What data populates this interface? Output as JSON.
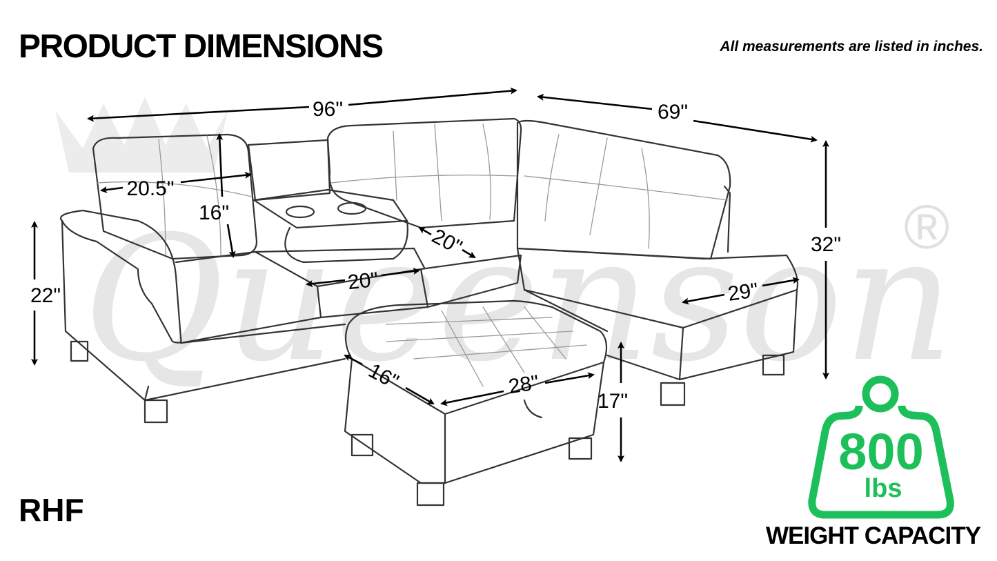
{
  "header": {
    "title": "PRODUCT DIMENSIONS",
    "note": "All measurements are listed in inches."
  },
  "watermark": {
    "text": "Queenson",
    "mark": "®"
  },
  "variant": "RHF",
  "dimensions": {
    "total_width": "96\"",
    "chaise_length": "69\"",
    "height": "32\"",
    "arm_height": "22\"",
    "back_cushion_width": "20.5\"",
    "back_cushion_height": "16\"",
    "seat_depth": "20\"",
    "seat_width": "20\"",
    "chaise_width": "29\"",
    "ottoman_depth": "16\"",
    "ottoman_width": "28\"",
    "ottoman_height": "17\""
  },
  "weight": {
    "value": "800",
    "unit": "lbs",
    "label": "WEIGHT CAPACITY",
    "color": "#1dbf5a"
  }
}
